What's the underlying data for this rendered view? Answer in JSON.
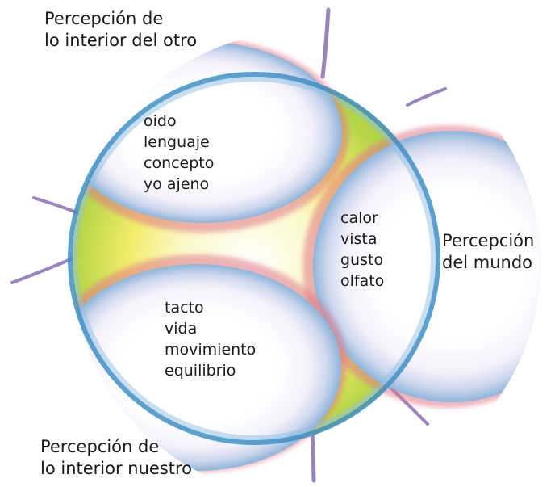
{
  "diagram": {
    "corner_labels": {
      "top_left": [
        "Percepción de",
        "lo interior del otro"
      ],
      "right": [
        "Percepción",
        "del mundo"
      ],
      "bottom_left": [
        "Percepción de",
        "lo interior nuestro"
      ]
    },
    "lobes": {
      "upper": [
        "oido",
        "lenguaje",
        "concepto",
        "yo ajeno"
      ],
      "right": [
        "calor",
        "vista",
        "gusto",
        "olfato"
      ],
      "lower": [
        "tacto",
        "vida",
        "movimiento",
        "equilibrio"
      ]
    },
    "colors": {
      "ring_blue": "#3f8fc4",
      "ring_pink": "#e0788a",
      "center_green": "#a6cf3c",
      "center_yellow": "#f2ec6a",
      "spike_purple": "#7a5aa8"
    }
  }
}
